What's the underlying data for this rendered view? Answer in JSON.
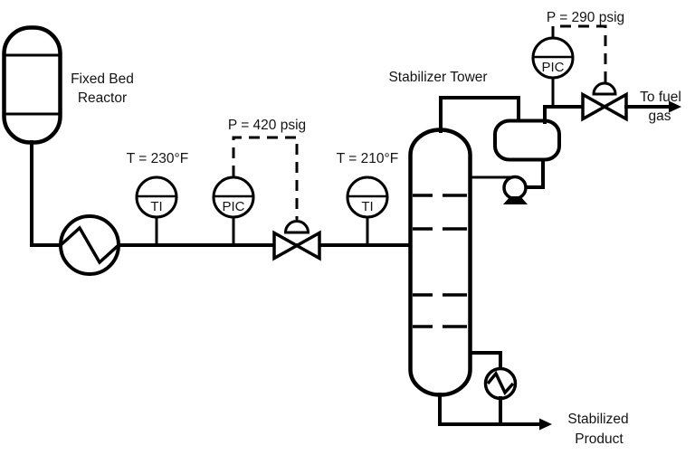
{
  "colors": {
    "line": "#000000",
    "background": "#ffffff",
    "text": "#141414"
  },
  "labels": {
    "reactor": {
      "line1": "Fixed Bed",
      "line2": "Reactor"
    },
    "tower": {
      "title": "Stabilizer Tower"
    },
    "fuel_gas": {
      "line1": "To fuel",
      "line2": "gas"
    },
    "product": {
      "line1": "Stabilized",
      "line2": "Product"
    }
  },
  "instruments": {
    "ti1": {
      "tag": "TI",
      "annotation": "T = 230°F"
    },
    "pic1": {
      "tag": "PIC",
      "annotation": "P = 420 psig"
    },
    "ti2": {
      "tag": "TI",
      "annotation": "T = 210°F"
    },
    "pic2": {
      "tag": "PIC",
      "annotation": "P = 290 psig"
    }
  }
}
